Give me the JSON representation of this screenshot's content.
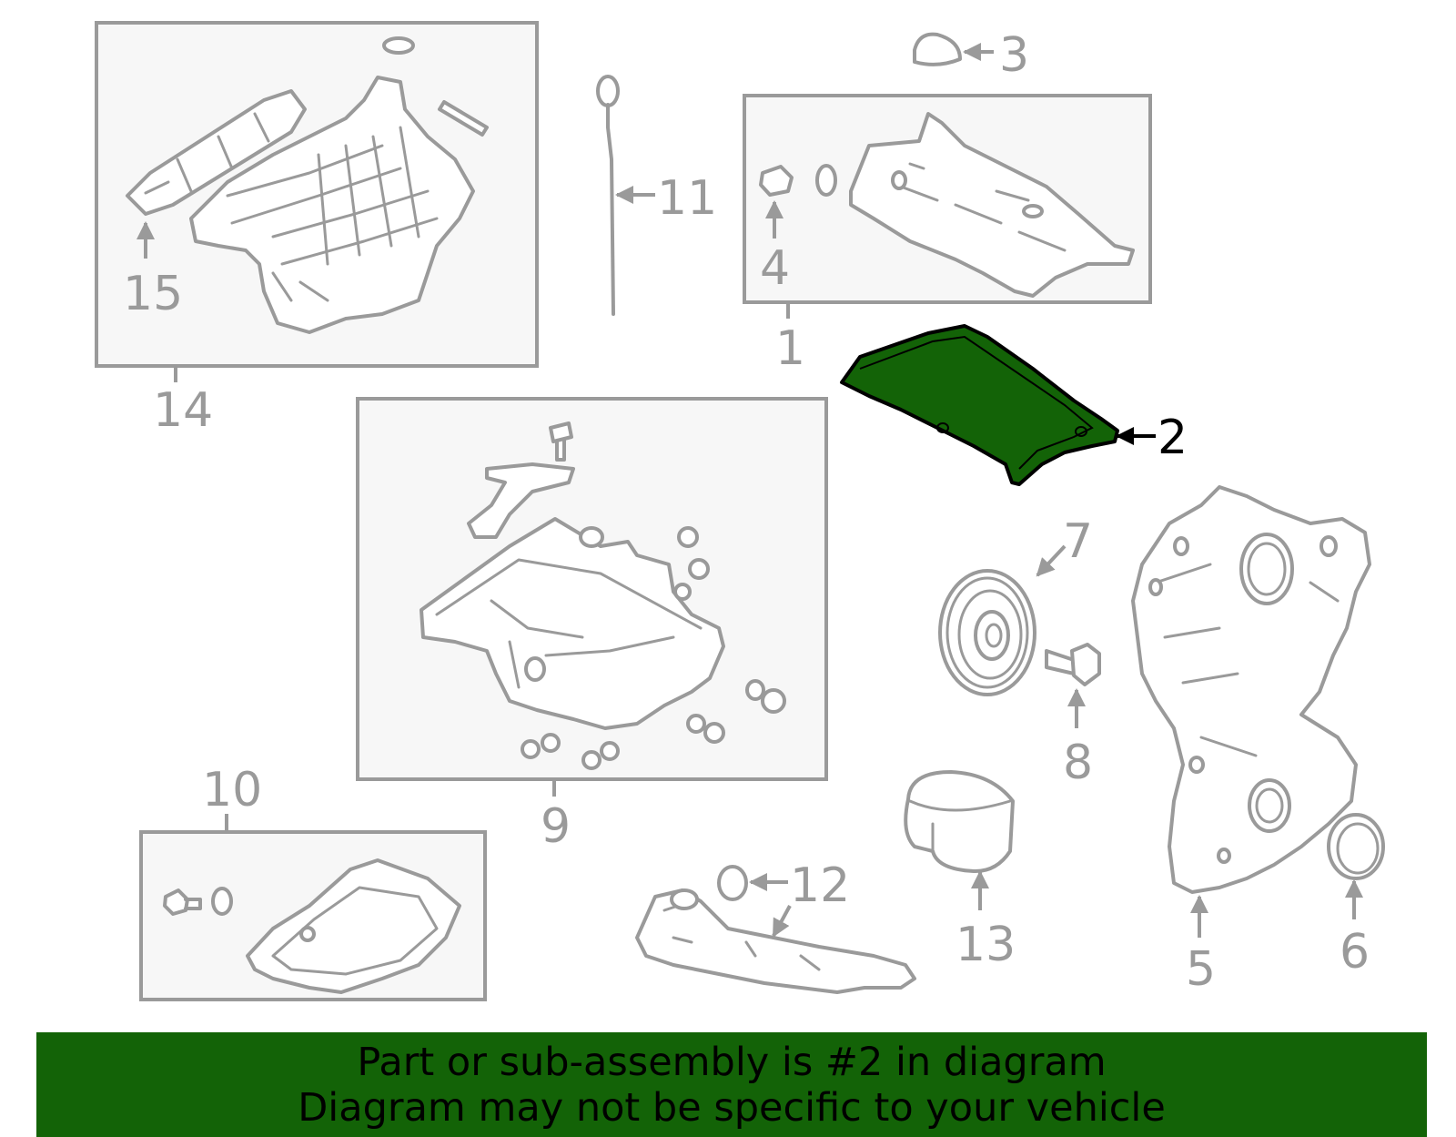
{
  "diagram": {
    "highlight_color": "#136307",
    "line_color": "#9a9a9a",
    "callouts": [
      {
        "id": "1",
        "text": "1"
      },
      {
        "id": "2",
        "text": "2",
        "highlighted": true
      },
      {
        "id": "3",
        "text": "3"
      },
      {
        "id": "4",
        "text": "4"
      },
      {
        "id": "5",
        "text": "5"
      },
      {
        "id": "6",
        "text": "6"
      },
      {
        "id": "7",
        "text": "7"
      },
      {
        "id": "8",
        "text": "8"
      },
      {
        "id": "9",
        "text": "9"
      },
      {
        "id": "10",
        "text": "10"
      },
      {
        "id": "11",
        "text": "11"
      },
      {
        "id": "12",
        "text": "12"
      },
      {
        "id": "13",
        "text": "13"
      },
      {
        "id": "14",
        "text": "14"
      },
      {
        "id": "15",
        "text": "15"
      }
    ]
  },
  "banner": {
    "line1": "Part or sub-assembly is #2 in diagram",
    "line2": "Diagram may not be specific to your vehicle",
    "background": "#136307"
  }
}
